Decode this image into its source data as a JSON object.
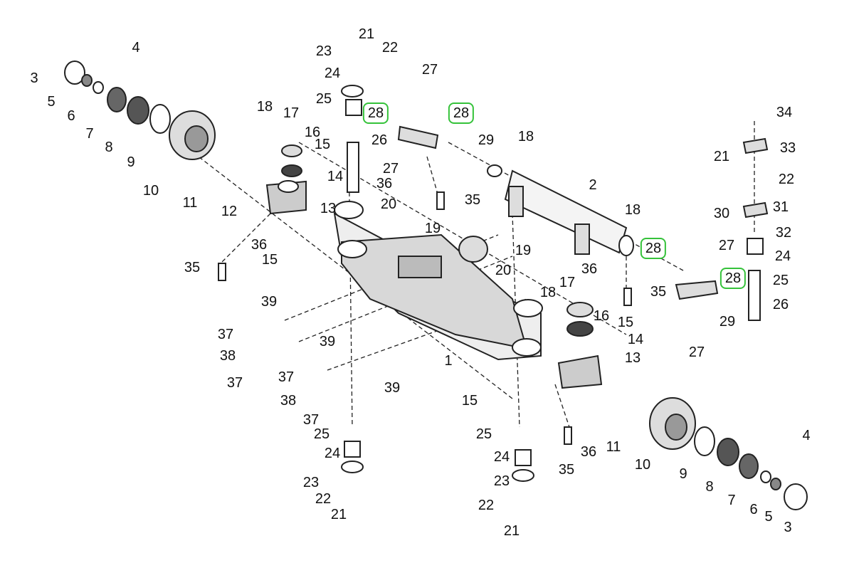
{
  "diagram": {
    "title": "Front axle assembly exploded view",
    "highlight_color": "#35c23a",
    "highlighted_callout": "28",
    "callouts": [
      "4",
      "3",
      "5",
      "6",
      "7",
      "8",
      "9",
      "10",
      "11",
      "12",
      "13",
      "14",
      "15",
      "16",
      "17",
      "18",
      "23",
      "24",
      "21",
      "22",
      "25",
      "26",
      "27",
      "28",
      "28",
      "29",
      "27",
      "36",
      "35",
      "18",
      "2",
      "20",
      "19",
      "36",
      "15",
      "35",
      "19",
      "20",
      "18",
      "28",
      "27",
      "36",
      "35",
      "28",
      "29",
      "27",
      "34",
      "33",
      "21",
      "22",
      "30",
      "31",
      "32",
      "24",
      "25",
      "26",
      "17",
      "16",
      "15",
      "14",
      "13",
      "18",
      "1",
      "39",
      "37",
      "39",
      "38",
      "37",
      "39",
      "37",
      "38",
      "37",
      "25",
      "24",
      "23",
      "22",
      "21",
      "15",
      "25",
      "24",
      "23",
      "22",
      "21",
      "11",
      "36",
      "35",
      "10",
      "9",
      "8",
      "7",
      "6",
      "5",
      "4",
      "3"
    ]
  }
}
